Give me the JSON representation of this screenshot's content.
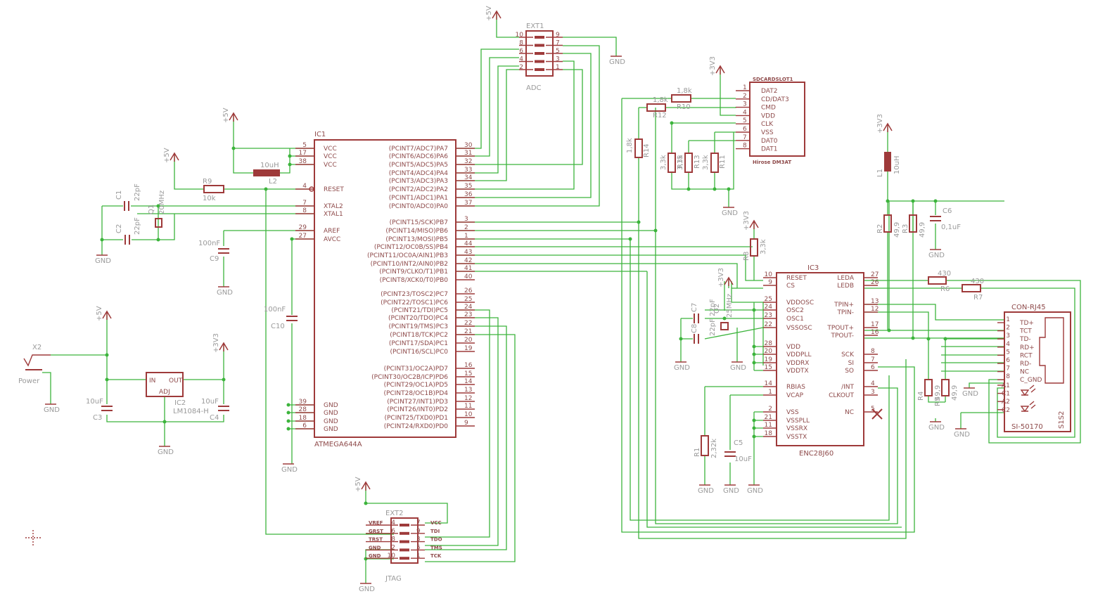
{
  "power": {
    "p5v": "+5V",
    "p3v3": "+3V3",
    "gnd": "GND"
  },
  "ic1": {
    "ref": "IC1",
    "value": "ATMEGA644A",
    "left_pins": [
      {
        "num": "5",
        "name": "VCC"
      },
      {
        "num": "17",
        "name": "VCC"
      },
      {
        "num": "38",
        "name": "VCC"
      },
      {
        "num": "4",
        "name": "RESET"
      },
      {
        "num": "7",
        "name": "XTAL2"
      },
      {
        "num": "8",
        "name": "XTAL1"
      },
      {
        "num": "29",
        "name": "AREF"
      },
      {
        "num": "27",
        "name": "AVCC"
      },
      {
        "num": "39",
        "name": "GND"
      },
      {
        "num": "28",
        "name": "GND"
      },
      {
        "num": "18",
        "name": "GND"
      },
      {
        "num": "6",
        "name": "GND"
      }
    ],
    "right_pins": [
      {
        "num": "30",
        "name": "(PCINT7/ADC7)PA7"
      },
      {
        "num": "31",
        "name": "(PCINT6/ADC6)PA6"
      },
      {
        "num": "32",
        "name": "(PCINT5/ADC5)PA5"
      },
      {
        "num": "33",
        "name": "(PCINT4/ADC4)PA4"
      },
      {
        "num": "34",
        "name": "(PCINT3/ADC3)PA3"
      },
      {
        "num": "35",
        "name": "(PCINT2/ADC2)PA2"
      },
      {
        "num": "36",
        "name": "(PCINT1/ADC1)PA1"
      },
      {
        "num": "37",
        "name": "(PCINT0/ADC0)PA0"
      },
      {
        "num": "3",
        "name": "(PCINT15/SCK)PB7"
      },
      {
        "num": "2",
        "name": "(PCINT14/MISO)PB6"
      },
      {
        "num": "1",
        "name": "(PCINT13/MOSI)PB5"
      },
      {
        "num": "44",
        "name": "(PCINT12/OC0B/SS)PB4"
      },
      {
        "num": "43",
        "name": "(PCINT11/OC0A/AIN1)PB3"
      },
      {
        "num": "42",
        "name": "(PCINT10/INT2/AIN0)PB2"
      },
      {
        "num": "41",
        "name": "(PCINT9/CLKO/T1)PB1"
      },
      {
        "num": "40",
        "name": "(PCINT8/XCK0/T0)PB0"
      },
      {
        "num": "26",
        "name": "(PCINT23/TOSC2)PC7"
      },
      {
        "num": "25",
        "name": "(PCINT22/TOSC1)PC6"
      },
      {
        "num": "24",
        "name": "(PCINT21/TDI)PC5"
      },
      {
        "num": "23",
        "name": "(PCINT20/TDO)PC4"
      },
      {
        "num": "22",
        "name": "(PCINT19/TMS)PC3"
      },
      {
        "num": "21",
        "name": "(PCINT18/TCK)PC2"
      },
      {
        "num": "20",
        "name": "(PCINT17/SDA)PC1"
      },
      {
        "num": "19",
        "name": "(PCINT16/SCL)PC0"
      },
      {
        "num": "16",
        "name": "(PCINT31/OC2A)PD7"
      },
      {
        "num": "15",
        "name": "(PCINT30/OC2B/ICP)PD6"
      },
      {
        "num": "14",
        "name": "(PCINT29/OC1A)PD5"
      },
      {
        "num": "13",
        "name": "(PCINT28/OC1B)PD4"
      },
      {
        "num": "12",
        "name": "(PCINT27/INT1)PD3"
      },
      {
        "num": "11",
        "name": "(PCINT26/INT0)PD2"
      },
      {
        "num": "10",
        "name": "(PCINT25/TXD0)PD1"
      },
      {
        "num": "9",
        "name": "(PCINT24/RXD0)PD0"
      }
    ]
  },
  "ic3": {
    "ref": "IC3",
    "value": "ENC28J60",
    "left_pins": [
      {
        "num": "10",
        "name": "RESET"
      },
      {
        "num": "9",
        "name": "CS"
      },
      {
        "num": "25",
        "name": "VDDOSC"
      },
      {
        "num": "24",
        "name": "OSC2"
      },
      {
        "num": "23",
        "name": "OSC1"
      },
      {
        "num": "22",
        "name": "VSSOSC"
      },
      {
        "num": "28",
        "name": "VDD"
      },
      {
        "num": "20",
        "name": "VDDPLL"
      },
      {
        "num": "19",
        "name": "VDDRX"
      },
      {
        "num": "15",
        "name": "VDDTX"
      },
      {
        "num": "14",
        "name": "RBIAS"
      },
      {
        "num": "1",
        "name": "VCAP"
      },
      {
        "num": "2",
        "name": "VSS"
      },
      {
        "num": "21",
        "name": "VSSPLL"
      },
      {
        "num": "11",
        "name": "VSSRX"
      },
      {
        "num": "18",
        "name": "VSSTX"
      }
    ],
    "right_pins": [
      {
        "num": "27",
        "name": "LEDA"
      },
      {
        "num": "26",
        "name": "LEDB"
      },
      {
        "num": "13",
        "name": "TPIN+"
      },
      {
        "num": "12",
        "name": "TPIN-"
      },
      {
        "num": "17",
        "name": "TPOUT+"
      },
      {
        "num": "16",
        "name": "TPOUT-"
      },
      {
        "num": "8",
        "name": "SCK"
      },
      {
        "num": "7",
        "name": "SI"
      },
      {
        "num": "6",
        "name": "SO"
      },
      {
        "num": "4",
        "name": "/INT"
      },
      {
        "num": "3",
        "name": "CLKOUT"
      },
      {
        "num": "5",
        "name": "NC"
      }
    ]
  },
  "sd": {
    "ref": "SDCARDSLOT1",
    "value": "Hirose DM3AT",
    "pins": [
      {
        "num": "1",
        "name": "DAT2"
      },
      {
        "num": "2",
        "name": "CD/DAT3"
      },
      {
        "num": "3",
        "name": "CMD"
      },
      {
        "num": "4",
        "name": "VDD"
      },
      {
        "num": "5",
        "name": "CLK"
      },
      {
        "num": "6",
        "name": "VSS"
      },
      {
        "num": "7",
        "name": "DAT0"
      },
      {
        "num": "8",
        "name": "DAT1"
      }
    ]
  },
  "rj45": {
    "ref": "CON-RJ45",
    "value": "SI-50170",
    "pins": [
      {
        "num": "1",
        "name": "TD+"
      },
      {
        "num": "2",
        "name": "TCT"
      },
      {
        "num": "3",
        "name": "TD-"
      },
      {
        "num": "4",
        "name": "RD+"
      },
      {
        "num": "5",
        "name": "RCT"
      },
      {
        "num": "6",
        "name": "RD-"
      },
      {
        "num": "7",
        "name": "NC"
      },
      {
        "num": "8",
        "name": "C_GND"
      }
    ],
    "led_pins": [
      "A1",
      "C1",
      "A2",
      "C2"
    ],
    "s_pins": "S1S2"
  },
  "ext1": {
    "ref": "EXT1",
    "value": "ADC",
    "left_nums": [
      "10",
      "8",
      "6",
      "4",
      "2"
    ],
    "right_nums": [
      "9",
      "7",
      "5",
      "3",
      "1"
    ]
  },
  "ext2": {
    "ref": "EXT2",
    "value": "JTAG",
    "left_labels": [
      "VREF",
      "GRST",
      "TRST",
      "GND",
      "GND"
    ],
    "left_nums": [
      "4",
      "6",
      "8",
      "2",
      "10"
    ],
    "right_nums": [
      "7",
      "9",
      "3",
      "5",
      "1"
    ],
    "right_labels": [
      "VCC",
      "TDI",
      "TDO",
      "TMS",
      "TCK"
    ]
  },
  "reg": {
    "ref": "IC2",
    "value": "LM1084-H",
    "in": "IN",
    "out": "OUT",
    "adj": "ADJ"
  },
  "power_jack": {
    "ref": "X2",
    "value": "Power"
  },
  "components": {
    "r9": {
      "ref": "R9",
      "value": "10k"
    },
    "l2": {
      "ref": "L2",
      "value": "10uH"
    },
    "c1": {
      "ref": "C1",
      "value": "22pF"
    },
    "c2": {
      "ref": "C2",
      "value": "22pF"
    },
    "q1": {
      "ref": "Q1",
      "value": "20MHz"
    },
    "c9": {
      "ref": "C9",
      "value": "100nF"
    },
    "c10": {
      "ref": "C10",
      "value": "100nF"
    },
    "c3": {
      "ref": "C3",
      "value": "10uF"
    },
    "c4": {
      "ref": "C4",
      "value": "10uF"
    },
    "r12": {
      "ref": "R12",
      "value": "1,8k"
    },
    "r10": {
      "ref": "R10",
      "value": "1,8k"
    },
    "r14": {
      "ref": "R14",
      "value": "1,8k"
    },
    "r15": {
      "ref": "R15",
      "value": "3,3k"
    },
    "r13": {
      "ref": "R13",
      "value": "3,3k"
    },
    "r11": {
      "ref": "R11",
      "value": "3,3k"
    },
    "r8": {
      "ref": "R8",
      "value": "3,3k"
    },
    "c7": {
      "ref": "C7",
      "value": "22pF"
    },
    "c8": {
      "ref": "C8",
      "value": "22pF"
    },
    "q2": {
      "ref": "Q2",
      "value": "25MHz"
    },
    "r1": {
      "ref": "R1",
      "value": "2,32k"
    },
    "c5": {
      "ref": "C5",
      "value": "10uF"
    },
    "l1": {
      "ref": "L1",
      "value": "10uH"
    },
    "r2": {
      "ref": "R2",
      "value": "49,9"
    },
    "r3": {
      "ref": "R3",
      "value": "49,9"
    },
    "c6": {
      "ref": "C6",
      "value": "0,1uF"
    },
    "r6": {
      "ref": "R6",
      "value": "430"
    },
    "r7": {
      "ref": "R7",
      "value": "430"
    },
    "r4": {
      "ref": "R4",
      "value": "49,9"
    },
    "r5": {
      "ref": "R5",
      "value": "49,9"
    }
  },
  "colors": {
    "symbol": "#9e3a3a",
    "wire": "#3cb43c",
    "label": "#8e4a4a",
    "value_text": "#9a9a9a"
  }
}
